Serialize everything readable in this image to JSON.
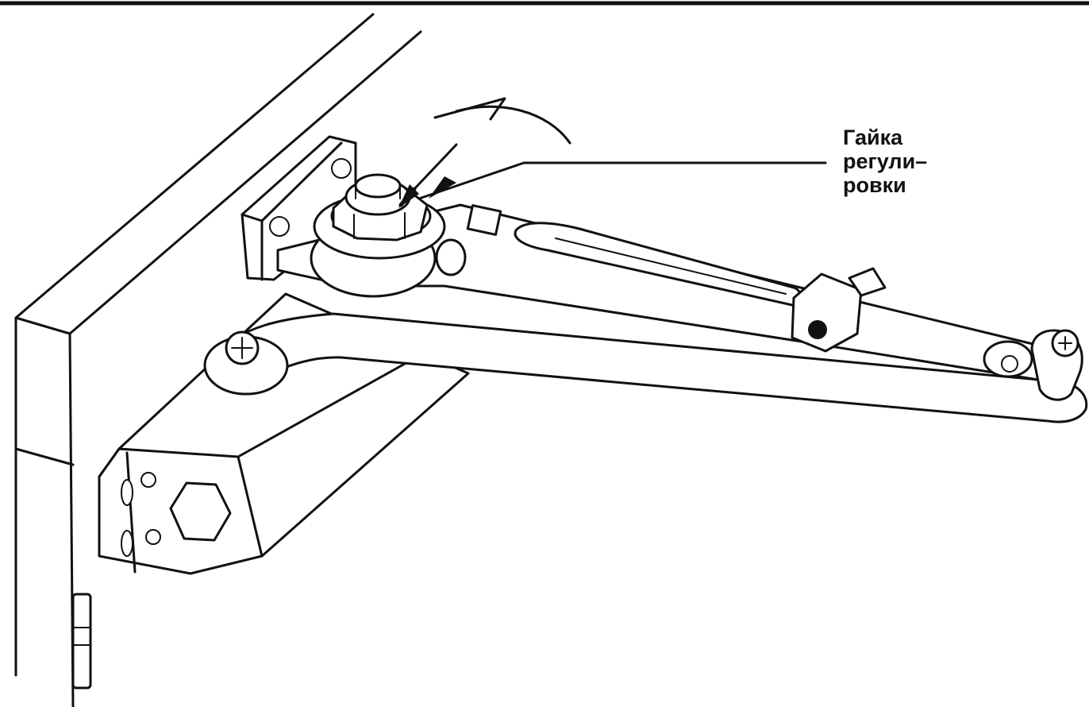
{
  "callout": {
    "lines": [
      "Гайка",
      "регули–",
      "ровки"
    ]
  },
  "colors": {
    "ink": "#111111",
    "paper": "#ffffff"
  },
  "icons": {
    "adjustment_nut": "hex-nut-icon",
    "rotation_arrow": "curved-arrow-icon",
    "hinge": "door-hinge-icon"
  }
}
